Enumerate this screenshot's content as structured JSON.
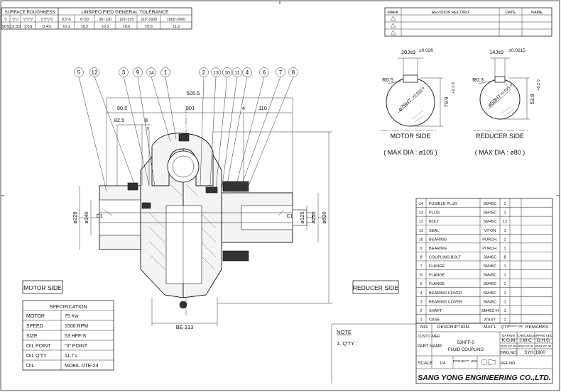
{
  "surface_roughness": {
    "title": "SURFACE ROUGHNESS",
    "symbols": [
      "▽",
      "▽▽",
      "▽▽▽",
      "▽▽▽▽"
    ],
    "values": [
      "50S",
      "12.5S",
      "1.6S",
      "0.4S"
    ]
  },
  "tolerance": {
    "title": "UNSPECIFIED GENERAL TOLERANCE",
    "ranges": [
      "0.5~6",
      "6~30",
      "30~120",
      "120~315",
      "315~1000",
      "1000~2000"
    ],
    "values": [
      "±0.1",
      "±0.2",
      "±0.3",
      "±0.5",
      "±0.8",
      "±1.2"
    ]
  },
  "revision": {
    "headers": [
      "MARK",
      "REVISION RECORD",
      "DATE",
      "NAME"
    ]
  },
  "balloons": [
    "5",
    "12",
    "3",
    "9",
    "14",
    "1",
    "2",
    "13",
    "10",
    "11",
    "4",
    "6",
    "7",
    "8"
  ],
  "dimensions": {
    "d505": "505.5",
    "d90": "90.5",
    "d301": "301",
    "d110": "110",
    "d82": "82.5",
    "d8": "8",
    "d3": "3",
    "d4": "4",
    "be313": "BE 313",
    "phi226": "ø226",
    "phi140": "ø140",
    "phi125": "ø125",
    "phi250": "ø250",
    "phi520": "ø520",
    "c1_left": "C1",
    "c1_right": "C1"
  },
  "labels": {
    "motor_side": "MOTOR SIDE",
    "reducer_side": "REDUCER SIDE"
  },
  "motor_section": {
    "key_width": "20Js9",
    "key_tol": "±0.026",
    "radius": "R0.5",
    "bore": "ø75H7",
    "bore_tol": "+0.030 0",
    "depth": "79.9",
    "depth_tol": "+0.2 0",
    "title": "MOTOR SIDE",
    "max_dia": "( MAX DIA : ø105 )"
  },
  "reducer_section": {
    "key_width": "14Js9",
    "key_tol": "±0.0215",
    "radius": "R0.3",
    "bore": "ø50H7",
    "bore_tol": "+0.025 0",
    "depth": "53.8",
    "depth_tol": "+0.2 0",
    "title": "REDUCER SIDE",
    "max_dia": "( MAX DIA : ø80 )"
  },
  "bom": [
    {
      "no": "14",
      "desc": "FUSIBLE PLUG",
      "mat": "SM45C",
      "qty": "1"
    },
    {
      "no": "13",
      "desc": "PLUG",
      "mat": "SM45C",
      "qty": "1"
    },
    {
      "no": "12",
      "desc": "BOLT",
      "mat": "SM45C",
      "qty": "12"
    },
    {
      "no": "11",
      "desc": "SEAL",
      "mat": "VITON",
      "qty": "1"
    },
    {
      "no": "10",
      "desc": "BEARING",
      "mat": "PURCH.",
      "qty": "1"
    },
    {
      "no": "9",
      "desc": "BEARING",
      "mat": "PURCH.",
      "qty": "1"
    },
    {
      "no": "8",
      "desc": "COUPLING BOLT",
      "mat": "SM45C",
      "qty": "8"
    },
    {
      "no": "7",
      "desc": "FLANGE",
      "mat": "SM45C",
      "qty": "1"
    },
    {
      "no": "6",
      "desc": "FLANGE",
      "mat": "SM45C",
      "qty": "1"
    },
    {
      "no": "5",
      "desc": "FLANGE",
      "mat": "SM45C",
      "qty": "1"
    },
    {
      "no": "4",
      "desc": "BEARING COVER",
      "mat": "SM45C",
      "qty": "1"
    },
    {
      "no": "3",
      "desc": "BEARING COVER",
      "mat": "SM45C",
      "qty": "1"
    },
    {
      "no": "2",
      "desc": "SHAFT",
      "mat": "SM45C-H",
      "qty": "1"
    },
    {
      "no": "1",
      "desc": "CASE",
      "mat": "A'SSY",
      "qty": "1"
    }
  ],
  "bom_header": {
    "no": "NO.",
    "desc": "DESCRIPTION",
    "mat": "MAT'L",
    "qty": "Q'TY",
    "weight": "WEIGHT (kg)",
    "remarks": "REMARKS"
  },
  "title_block": {
    "customer_label": "CUSTO -MER",
    "drawn": "DARWN",
    "checked": "CHECKED",
    "approved": "APPROVED",
    "drawn_by": "K.G.M",
    "checked_by": "J.W.C",
    "approved_by": "O.H.G",
    "part_label": "PART NAME",
    "part_line1": "53HFF-S",
    "part_line2": "FLUID COUPLING",
    "date1": "2022.07.04",
    "date2": "2022.07.04",
    "date3": "2022.07.04",
    "dwg_label": "DWG.NO.",
    "dwg_no": "SYH 1900",
    "scale_label": "SCALE",
    "scale": "1/4",
    "projection_label": "PROJECT -ION",
    "ref_label": "REF.NO.",
    "company": "SANG YONG ENGINEERING CO.,LTD."
  },
  "note": {
    "title": "NOTE",
    "line1": "1. Q'TY :"
  },
  "specification": {
    "title": "SPECIFICATION",
    "rows": [
      {
        "label": "MOTOR",
        "value": "75 Kw"
      },
      {
        "label": "SPEED",
        "value": "1500 RPM"
      },
      {
        "label": "SIZE",
        "value": "53 HFF-S"
      },
      {
        "label": "OIL POINT",
        "value": "\"0\" POINT"
      },
      {
        "label": "OIL Q'TY",
        "value": "11.7 L"
      },
      {
        "label": "OIL",
        "value": "MOBIL DTE-24"
      }
    ]
  }
}
